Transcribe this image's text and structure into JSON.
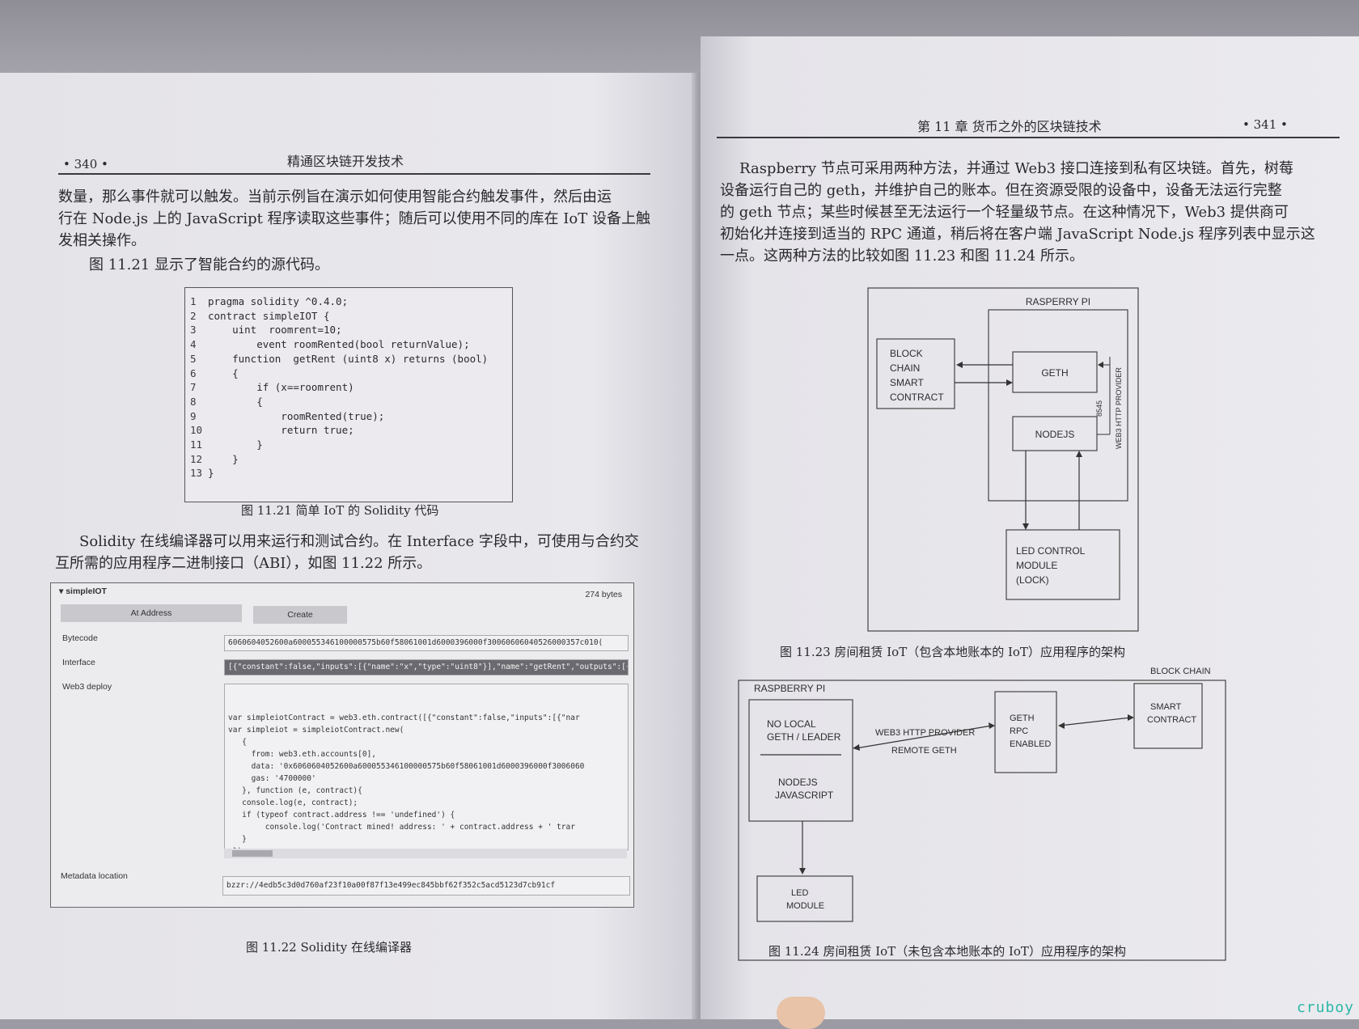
{
  "left_page": {
    "page_number": "• 340 •",
    "running_title": "精通区块链开发技术",
    "para1": [
      "数量，那么事件就可以触发。当前示例旨在演示如何使用智能合约触发事件，然后由运",
      "行在 Node.js 上的 JavaScript 程序读取这些事件；随后可以使用不同的库在 IoT 设备上触",
      "发相关操作。"
    ],
    "para2": "图 11.21 显示了智能合约的源代码。",
    "code_lines": [
      {
        "n": "1",
        "t": "pragma solidity ^0.4.0;"
      },
      {
        "n": "2",
        "t": "contract simpleIOT {"
      },
      {
        "n": "3",
        "t": "    uint  roomrent=10;"
      },
      {
        "n": "4",
        "t": "        event roomRented(bool returnValue);"
      },
      {
        "n": "5",
        "t": "    function  getRent (uint8 x) returns (bool)"
      },
      {
        "n": "6",
        "t": "    {"
      },
      {
        "n": "7",
        "t": "        if (x==roomrent)"
      },
      {
        "n": "8",
        "t": "        {"
      },
      {
        "n": "9",
        "t": "            roomRented(true);"
      },
      {
        "n": "10",
        "t": "            return true;"
      },
      {
        "n": "11",
        "t": "        }"
      },
      {
        "n": "12",
        "t": "    }"
      },
      {
        "n": "13",
        "t": "}"
      }
    ],
    "fig1_caption": "图 11.21   简单 IoT 的 Solidity 代码",
    "para3": [
      "Solidity 在线编译器可以用来运行和测试合约。在 Interface 字段中，可使用与合约交",
      "互所需的应用程序二进制接口（ABI），如图 11.22 所示。"
    ],
    "remix": {
      "title": "▾ simpleIOT",
      "size": "274 bytes",
      "at_address": "At Address",
      "create": "Create",
      "bytecode_label": "Bytecode",
      "bytecode_value": "6060604052600a600055346100000575b60f58061001d6000396000f30060606040526000357c010(",
      "interface_label": "Interface",
      "interface_value": "[{\"constant\":false,\"inputs\":[{\"name\":\"x\",\"type\":\"uint8\"}],\"name\":\"getRent\",\"outputs\":[{\"name\":",
      "web3_label": "Web3 deploy",
      "web3_lines": [
        "var simpleiotContract = web3.eth.contract([{\"constant\":false,\"inputs\":[{\"nar",
        "var simpleiot = simpleiotContract.new(",
        "   {",
        "     from: web3.eth.accounts[0],",
        "     data: '0x6060604052600a600055346100000575b60f58061001d6000396000f3006060",
        "     gas: '4700000'",
        "   }, function (e, contract){",
        "   console.log(e, contract);",
        "   if (typeof contract.address !== 'undefined') {",
        "        console.log('Contract mined! address: ' + contract.address + ' trar",
        "   }",
        " })"
      ],
      "metadata_label": "Metadata location",
      "metadata_value": "bzzr://4edb5c3d0d760af23f10a00f87f13e499ec845bbf62f352c5acd5123d7cb91cf"
    },
    "fig2_caption": "图 11.22   Solidity 在线编译器"
  },
  "right_page": {
    "chapter_header": "第 11 章   货币之外的区块链技术",
    "page_number": "• 341 •",
    "para1": [
      "Raspberry 节点可采用两种方法，并通过 Web3 接口连接到私有区块链。首先，树莓",
      "设备运行自己的 geth，并维护自己的账本。但在资源受限的设备中，设备无法运行完整",
      "的 geth 节点；某些时候甚至无法运行一个轻量级节点。在这种情况下，Web3 提供商可",
      "初始化并连接到适当的 RPC 通道，稍后将在客户端 JavaScript Node.js 程序列表中显示这",
      "一点。这两种方法的比较如图 11.23 和图 11.24 所示。"
    ],
    "diag1": {
      "rpi": "RASPERRY PI",
      "bc": [
        "BLOCK",
        "CHAIN",
        "SMART",
        "CONTRACT"
      ],
      "geth": "GETH",
      "nodejs": "NODEJS",
      "port": "8545",
      "provider": "WEB3 HTTP PROVIDER",
      "led": [
        "LED CONTROL",
        "MODULE",
        "(LOCK)"
      ]
    },
    "fig3_caption": "图 11.23   房间租赁 IoT（包含本地账本的 IoT）应用程序的架构",
    "diag2": {
      "rpi": "RASPBERRY PI",
      "nolocal": [
        "NO LOCAL",
        "GETH / LEADER"
      ],
      "nodejs": [
        "NODEJS",
        "JAVASCRIPT"
      ],
      "provider": "WEB3 HTTP PROVIDER",
      "remote": "REMOTE GETH",
      "geth": [
        "GETH",
        "RPC",
        "ENABLED"
      ],
      "blockchain": "BLOCK CHAIN",
      "smart": [
        "SMART",
        "CONTRACT"
      ],
      "led": [
        "LED",
        "MODULE"
      ]
    },
    "fig4_caption": "图 11.24   房间租赁 IoT（未包含本地账本的 IoT）应用程序的架构"
  },
  "watermark": "cruboy"
}
